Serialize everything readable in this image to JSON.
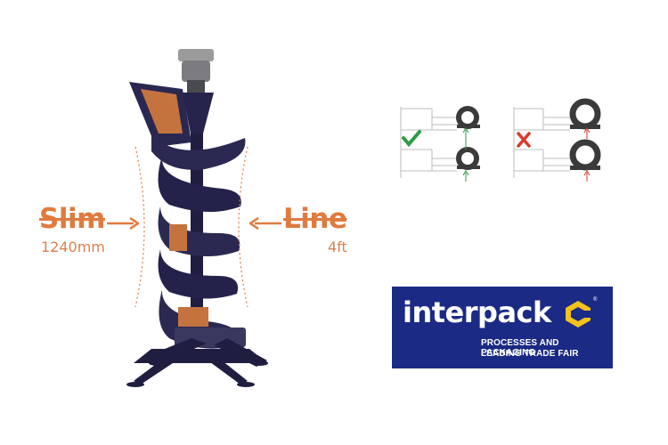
{
  "labels": {
    "left_word": "Slim",
    "left_sub": "1240mm",
    "right_word": "Line",
    "right_sub": "4ft"
  },
  "comparison": {
    "good_mark": "check-icon",
    "bad_mark": "cross-icon"
  },
  "logo": {
    "name": "interpack",
    "registered": "®",
    "tagline_1": "PROCESSES AND PACKAGING",
    "tagline_2": "LEADING TRADE FAIR"
  },
  "colors": {
    "accent_orange": "#e07a3e",
    "conveyor_navy": "#25234a",
    "product_brown": "#c5733e",
    "logo_blue": "#1b2a84",
    "logo_yellow": "#f4c21b",
    "check_green": "#2e9b45",
    "cross_red": "#d93a2b"
  }
}
